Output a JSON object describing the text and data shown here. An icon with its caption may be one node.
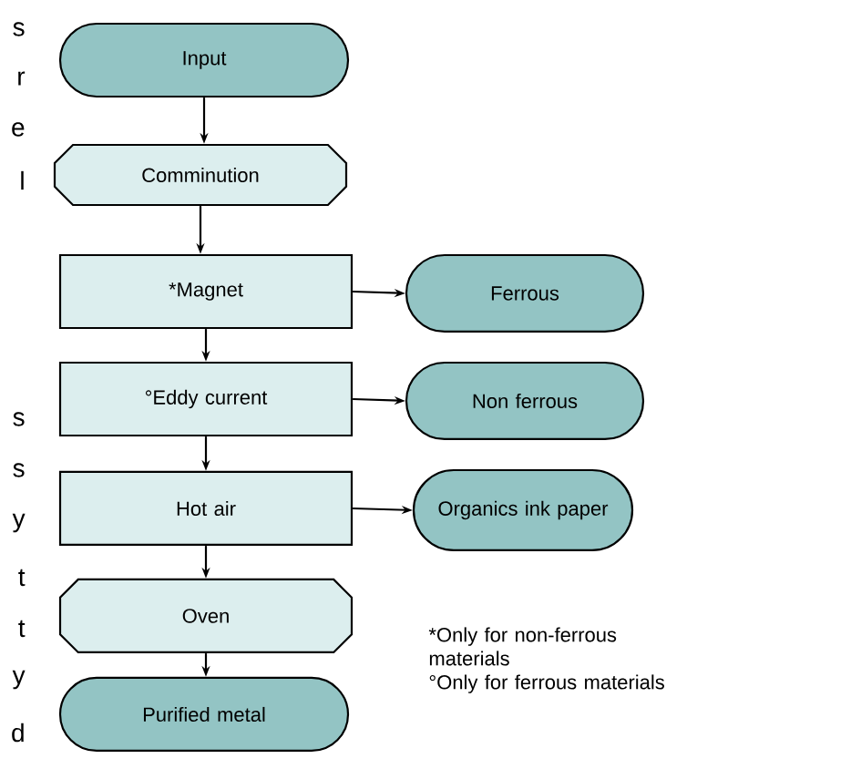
{
  "diagram": {
    "nodes": [
      {
        "text": [
          "Input"
        ]
      },
      {
        "text": [
          "Comminution"
        ]
      },
      {
        "text": [
          "*Magnet"
        ]
      },
      {
        "text": [
          "°Eddy current"
        ]
      },
      {
        "text": [
          "Hot air"
        ]
      },
      {
        "text": [
          "Oven"
        ]
      },
      {
        "text": [
          "Purified metal"
        ]
      },
      {
        "text": [
          "Ferrous"
        ]
      },
      {
        "text": [
          "Non ferrous"
        ]
      },
      {
        "text": [
          "Organics ink paper"
        ]
      }
    ],
    "edges": [
      {
        "from": 0,
        "to": 1,
        "arrow": "to"
      },
      {
        "from": 1,
        "to": 2,
        "arrow": "to"
      },
      {
        "from": 2,
        "to": 3,
        "arrow": "to"
      },
      {
        "from": 3,
        "to": 4,
        "arrow": "to"
      },
      {
        "from": 4,
        "to": 5,
        "arrow": "to"
      },
      {
        "from": 5,
        "to": 6,
        "arrow": "to"
      },
      {
        "from": 2,
        "to": 7,
        "arrow": "to"
      },
      {
        "from": 3,
        "to": 8,
        "arrow": "to"
      },
      {
        "from": 4,
        "to": 9,
        "arrow": "to"
      }
    ],
    "labels": [
      "s",
      "r",
      "e",
      "l",
      "s",
      "s",
      "y",
      "t",
      "t",
      "y",
      "d",
      "*Only for non-ferrous materials",
      "°Only for ferrous materials"
    ]
  }
}
